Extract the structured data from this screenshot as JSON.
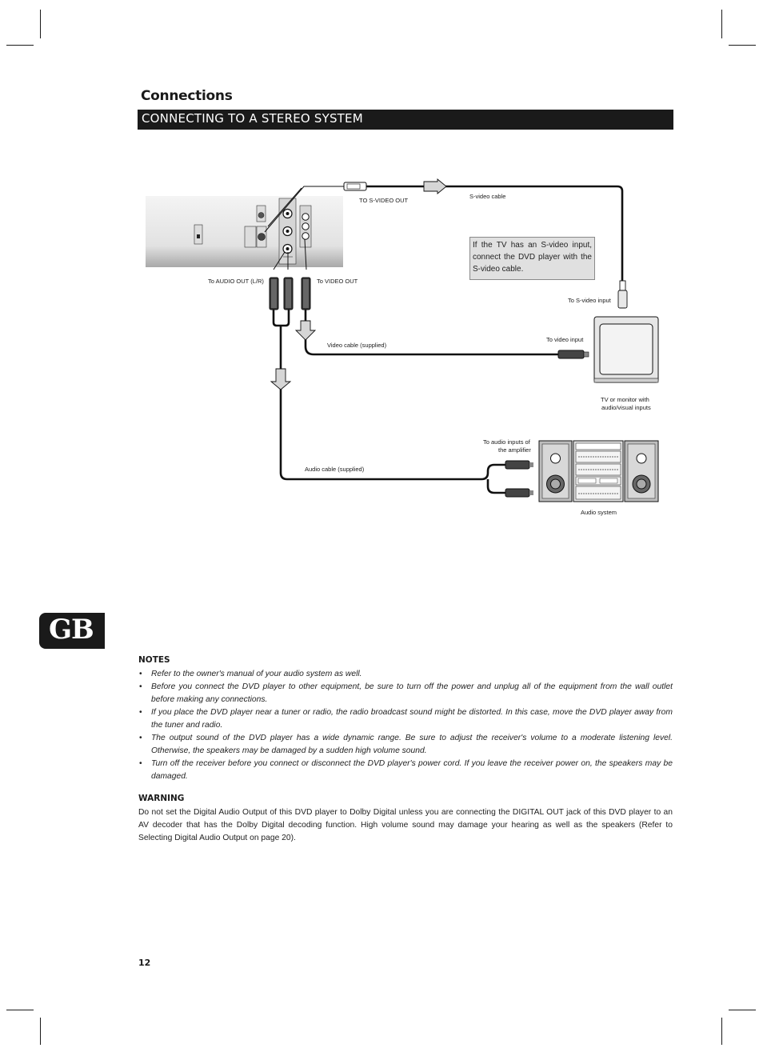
{
  "header": {
    "section": "Connections",
    "title": "CONNECTING TO A STEREO SYSTEM"
  },
  "diagram": {
    "labels": {
      "svideo_out": "TO S-VIDEO OUT",
      "svideo_cable": "S-video cable",
      "audio_out": "To AUDIO OUT (L/R)",
      "video_out": "To VIDEO OUT",
      "svideo_input": "To S-video input",
      "video_input": "To video input",
      "video_cable": "Video cable (supplied)",
      "tv_line1": "TV or monitor with",
      "tv_line2": "audio/visual inputs",
      "amp_line1": "To audio inputs of",
      "amp_line2": "the amplifier",
      "audio_cable": "Audio cable (supplied)",
      "audio_system": "Audio system"
    },
    "callout": "If the TV has an S-video input, connect the DVD player with the S-video cable."
  },
  "tab": "GB",
  "notes": {
    "heading": "NOTES",
    "items": [
      "Refer to the owner's manual of your audio system as well.",
      "Before you connect the DVD player to other equipment, be sure to turn off the power and unplug all of the equipment from the wall outlet before making any connections.",
      "If you place the DVD player near a tuner or radio, the radio broadcast sound might be distorted. In this case, move the DVD player away from the tuner and radio.",
      "The output sound of the DVD player has a wide dynamic range. Be sure to adjust the receiver's volume to a moderate listening level. Otherwise, the speakers may be damaged by a sudden high volume sound.",
      "Turn off the receiver before you connect or disconnect the DVD player's power cord. If you leave the receiver power on, the speakers may be damaged."
    ]
  },
  "warning": {
    "heading": "WARNING",
    "text": "Do not set the Digital Audio Output of this DVD player to Dolby Digital unless you are connecting the DIGITAL OUT jack of this DVD player to an AV decoder that has the Dolby Digital decoding function. High volume sound may damage your hearing as well as the speakers (Refer to Selecting Digital Audio Output on page 20)."
  },
  "page_number": "12"
}
